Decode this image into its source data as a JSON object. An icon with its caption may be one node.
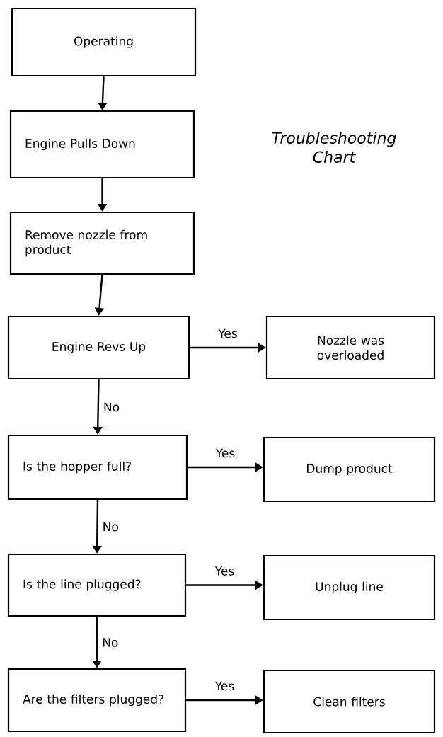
{
  "diagram": {
    "nodes": [
      {
        "text": [
          "Operating"
        ]
      },
      {
        "text": [
          "Engine Pulls Down"
        ]
      },
      {
        "text": [
          "Remove nozzle from product"
        ]
      },
      {
        "text": [
          "Engine Revs Up"
        ]
      },
      {
        "text": [
          "Nozzle was overloaded"
        ]
      },
      {
        "text": [
          "Is the hopper full?"
        ]
      },
      {
        "text": [
          "Dump product"
        ]
      },
      {
        "text": [
          "Is the line plugged?"
        ]
      },
      {
        "text": [
          "Unplug line"
        ]
      },
      {
        "text": [
          "Are the filters plugged?"
        ]
      },
      {
        "text": [
          "Clean filters"
        ]
      }
    ],
    "edges": [
      {
        "from": 0,
        "to": 1,
        "arrow": "to"
      },
      {
        "from": 1,
        "to": 2,
        "arrow": "to"
      },
      {
        "from": 2,
        "to": 3,
        "arrow": "to"
      },
      {
        "from": 3,
        "to": 4,
        "arrow": "to",
        "label": "Yes"
      },
      {
        "from": 3,
        "to": 5,
        "arrow": "to",
        "label": "No"
      },
      {
        "from": 5,
        "to": 6,
        "arrow": "to",
        "label": "Yes"
      },
      {
        "from": 5,
        "to": 7,
        "arrow": "to",
        "label": "No"
      },
      {
        "from": 7,
        "to": 8,
        "arrow": "to",
        "label": "Yes"
      },
      {
        "from": 7,
        "to": 9,
        "arrow": "to",
        "label": "No"
      },
      {
        "from": 9,
        "to": 10,
        "arrow": "to",
        "label": "Yes"
      }
    ],
    "labels": [
      "Troubleshooting Chart"
    ]
  }
}
